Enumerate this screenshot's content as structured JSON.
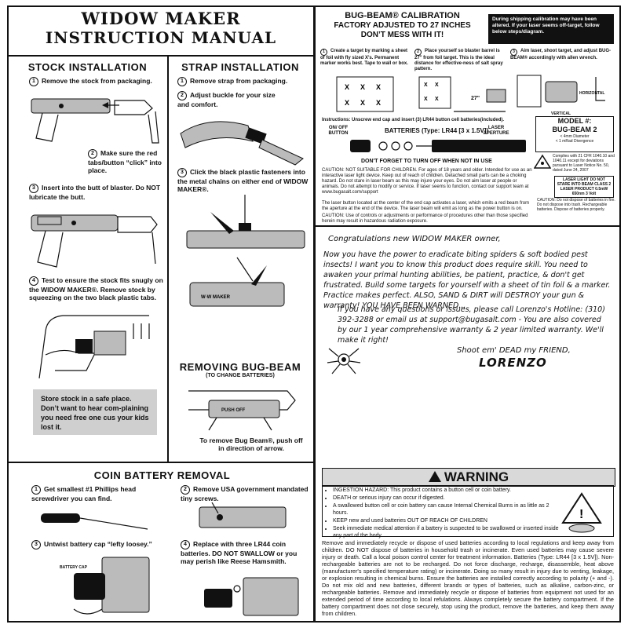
{
  "manual": {
    "title_line1": "WIDOW MAKER",
    "title_line2": "INSTRUCTION MANUAL"
  },
  "stock": {
    "heading": "STOCK INSTALLATION",
    "step1": "Remove the stock from packaging.",
    "step2": "Make sure the red tabs/button “click” into place.",
    "step3": "Insert into the butt of blaster. Do NOT lubricate the butt.",
    "step4": "Test to ensure the stock fits snugly on the WIDOW MAKER®. Remove stock by squeezing on the two black plastic tabs.",
    "note": "Store stock in a safe place. Don’t want to hear com-plaining you need free one cus your kids lost it."
  },
  "strap": {
    "heading": "STRAP INSTALLATION",
    "step1": "Remove strap from packaging.",
    "step2": "Adjust buckle for your size and comfort.",
    "step3": "Click the black plastic fasteners into the metal chains on either end of WIDOW MAKER®."
  },
  "bugbeam_remove": {
    "heading": "REMOVING BUG-BEAM",
    "subheading": "(TO CHANGE BATTERIES)",
    "pushoff": "PUSH OFF",
    "caption": "To remove Bug Beam®, push off in direction of arrow."
  },
  "coin": {
    "heading": "COIN BATTERY REMOVAL",
    "step1": "Get smallest #1 Phillips head screwdriver you can find.",
    "step2": "Remove USA government mandated tiny screws.",
    "step3": "Untwist battery cap “lefty loosey.”",
    "step4": "Replace with three LR44 coin batteries. DO NOT SWALLOW or you may perish like Reese Hamsmith.",
    "battery_cap": "BATTERY CAP"
  },
  "calibration": {
    "heading_line1": "BUG-BEAM® CALIBRATION",
    "heading_line2": "FACTORY ADJUSTED TO 27 INCHES",
    "heading_line3": "DON’T MESS WITH IT!",
    "notice": "During shipping calibration may have been altered. If your laser seems off-target, follow below steps/diagram.",
    "step1": "Create a target by marking a sheet of foil with fly sized X's. Permanent marker works best. Tape to wall or box.",
    "step2": "Place yourself so blaster barrel is 27\" from foil target. This is the ideal distance for effective-ness of salt spray pattern.",
    "step3": "Aim laser, shoot target, and adjust BUG-BEAM® accordingly with allen wrench.",
    "distance": "27\"",
    "horizontal": "HORIZONTAL",
    "vertical": "VERTICAL",
    "instructions": "Instructions: Unscrew end cap and insert (3) LR44 button cell batteries(included).",
    "onoff": "ON/ OFF BUTTON",
    "batteries": "BATTERIES (Type: LR44 [3 x 1.5V])",
    "aperture": "LASER APERTURE",
    "dont_forget": "DON'T FORGET TO TURN OFF WHEN NOT IN USE",
    "model_label": "MODEL #:",
    "model_value": "BUG-BEAM 2",
    "spec1": "< 4mm Diameter",
    "spec2": "< 1 mRad Divergence",
    "caution1": "CAUTION: NOT SUITABLE FOR CHILDREN. For ages of 18 years and older. Intended for use as an interactive laser light device. Keep out of reach of children. Detached small parts can be a choking hazard. Do not stare in laser beam as this may injure your eyes. Do not aim laser at people or animals. Do not attempt to modify or service. If laser seems to function, contact our support team at www.bugasalt.com/support",
    "caution2": "The laser button located at the center of the end cap activates a laser, which emits a red beam from the aperture at the end of the device. The laser beam will emit as long as the power button is on.",
    "caution3": "CAUTION: Use of controls or adjustments or performance of procedures other than those specified herein may result in hazardous radiation exposure.",
    "compliance": "Complies with 21 CFR 1040.10 and 1040.11 except for deviations pursuant to Laser Notice No. 50, dated June 24, 2007",
    "laser_label": "LASER LIGHT DO NOT STARE INTO BEAM CLASS 2 LASER PRODUCT 0.5mW 650nm 3 Volt",
    "caution4": "CAUTION: Do not dispose of batteries in fire. Do not dispose into trash. Rechargeable batteries. Dispose of batteries properly."
  },
  "letter": {
    "line1": "Congratulations new WIDOW MAKER owner,",
    "body": "Now you have the power to eradicate biting spiders & soft bodied pest insects! I want you to know this product does require skill. You need to awaken your primal hunting abilities, be patient, practice, & don't get frustrated. Build some targets for yourself with a sheet of tin foil & a marker. Practice makes perfect. ALSO, SAND & DIRT will DESTROY your gun & warranty! YOU HAVE BEEN WARNED...",
    "para2": "If you have any questions or issues, please call Lorenzo's Hotline: (310) 392-3288 or email us at support@bugasalt.com - You are also covered by our 1 year comprehensive warranty & 2 year limited warranty. We'll make it right!",
    "signoff": "Shoot em' DEAD my FRIEND,",
    "signature": "LORENZO"
  },
  "warning": {
    "title": "WARNING",
    "items": [
      "INGESTION HAZARD: This product contains a button cell or coin battery.",
      "DEATH or serious injury can occur if digested.",
      "A swallowed button cell or coin battery can cause Internal Chemical Burns in as little as 2 hours.",
      "KEEP new and used batteries OUT OF REACH OF CHILDREN",
      "Seek immediate medical attention if a battery is suspected to be swallowed or inserted inside any part of the body."
    ],
    "disposal": "Remove and immediately recycle or dispose of used batteries according to local regulations and keep away from children. DO NOT dispose of batteries in household trash or incinerate. Even used batteries may cause severe injury or death. Call a local poison control center for treatment information. Batteries (Type: LR44 [3 x 1.5V]). Non-rechargeable batteries are not to be recharged. Do not force discharge, recharge, disassemble, heat above (manufacturer's specified temperature rating) or incinerate. Doing so many result in injury due to venting, leakage, or explosion resulting in chemical burns. Ensure the batteries are installed correctly according to polarity (+ and -). Do not mix old and new batteries, different brands or types of batteries, such as alkaline, carbon-zinc, or rechargeable batteries. Remove and immediately recycle or dispose of batteries from equipment not used for an extended period of time according to local refulations. Always completely secure the battery compartment. If the battery compartment does not close securely, stop using the product, remove the batteries, and keep them away from children."
  }
}
